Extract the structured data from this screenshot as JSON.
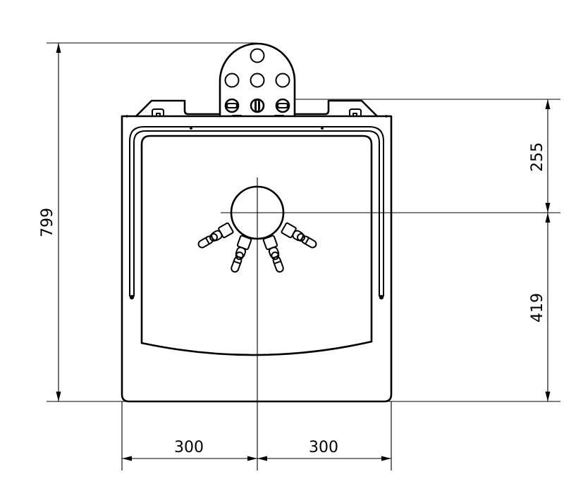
{
  "drawing": {
    "type": "technical-dimension-drawing",
    "view": "front",
    "line_color": "#000000",
    "background": "#ffffff"
  },
  "dimensions": {
    "total_height": {
      "value": "799",
      "orientation": "vertical",
      "side": "left"
    },
    "upper_to_center": {
      "value": "255",
      "orientation": "vertical",
      "side": "right"
    },
    "center_to_bottom": {
      "value": "419",
      "orientation": "vertical",
      "side": "right"
    },
    "left_width": {
      "value": "300",
      "orientation": "horizontal",
      "side": "bottom"
    },
    "right_width": {
      "value": "300",
      "orientation": "horizontal",
      "side": "bottom"
    }
  },
  "components": {
    "top_plate": {
      "holes_round": 4,
      "holes_slotted": 3
    },
    "center_hub": {
      "outlets": 4
    }
  }
}
